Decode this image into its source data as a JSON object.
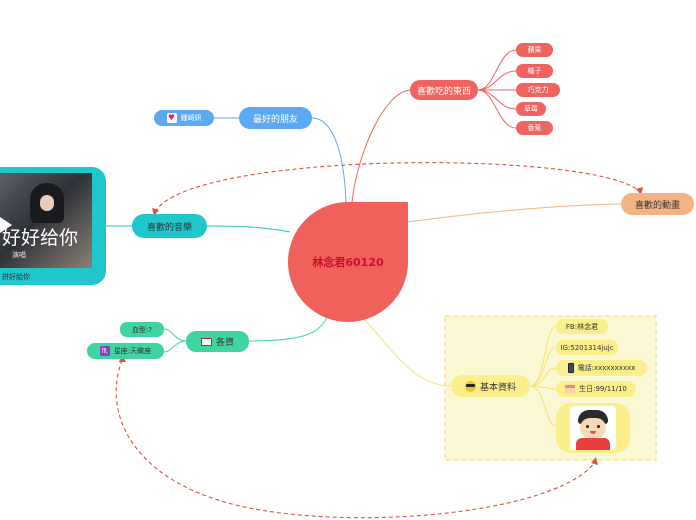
{
  "central": {
    "label": "林念君60120"
  },
  "food": {
    "label": "喜歡吃的東西",
    "items": [
      "蘋果",
      "橘子",
      "巧克力",
      "草莓",
      "香蕉"
    ]
  },
  "friend": {
    "label": "最好的朋友",
    "name": "鍾崎妍"
  },
  "anime": {
    "label": "喜歡的動畫"
  },
  "music": {
    "label": "喜歡的音樂",
    "cover_title": "好好给你",
    "cover_sub": "演唱",
    "caption": "拼好給你"
  },
  "info": {
    "label": "各資",
    "blood": "血型:?",
    "zodiac": "星座:天蠍座"
  },
  "basic": {
    "label": "基本資料",
    "fb": "FB:林念君",
    "ig": "IG:5201314jujc",
    "phone": "電話:xxxxxxxxxx",
    "birthday": "生日:99/11/10"
  },
  "colors": {
    "central": "#f0615c",
    "food": "#ef6360",
    "friend": "#5aa9f2",
    "anime": "#f5b383",
    "music": "#1fc6cc",
    "info": "#3fd4a0",
    "basic": "#fbef8b",
    "dashed": "#e0513e"
  },
  "icons": {
    "friend": "heart-icon",
    "info": "envelope-icon",
    "basic": "cool-face-icon",
    "zodiac": "scorpio-icon",
    "phone": "phone-icon",
    "birthday": "cake-icon"
  }
}
